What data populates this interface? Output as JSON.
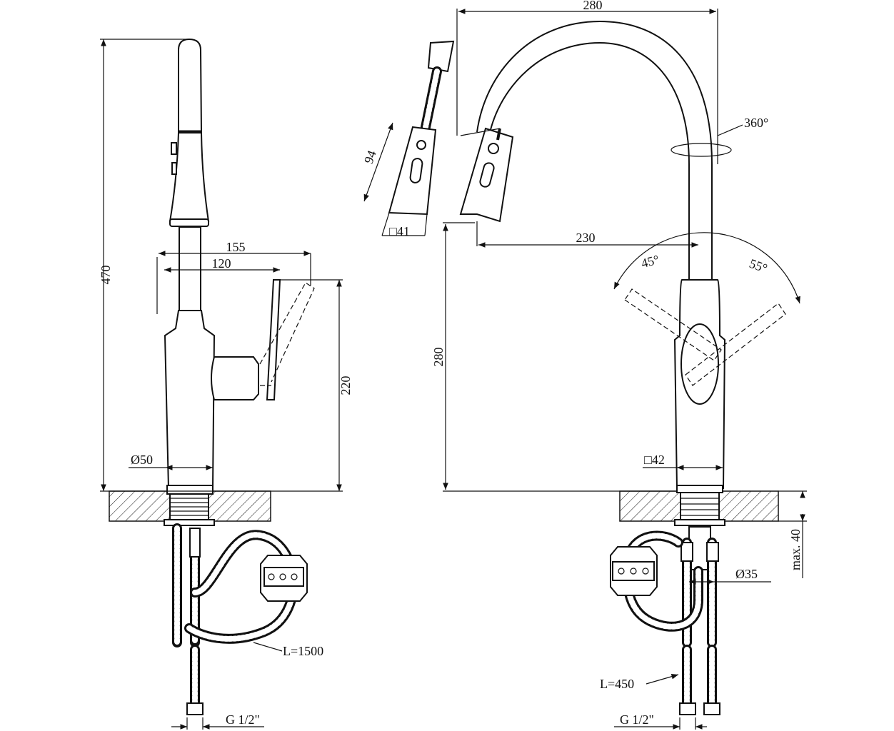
{
  "dimensions": {
    "side_total_height": "470",
    "side_spout_length": "155",
    "side_handle_length": "120",
    "side_handle_height": "220",
    "side_base_diameter": "Ø50",
    "side_hose_length": "L=1500",
    "side_thread": "G 1/2\"",
    "front_width": "280",
    "front_rotation": "360°",
    "spray_head_length": "94",
    "spray_head_square": "□41",
    "front_reach": "230",
    "front_spout_height": "280",
    "handle_angle_left": "45°",
    "handle_angle_right": "55°",
    "front_base_square": "□42",
    "front_max_thickness": "max. 40",
    "front_shank_diameter": "Ø35",
    "front_hose_length": "L=450",
    "front_thread": "G 1/2\""
  }
}
